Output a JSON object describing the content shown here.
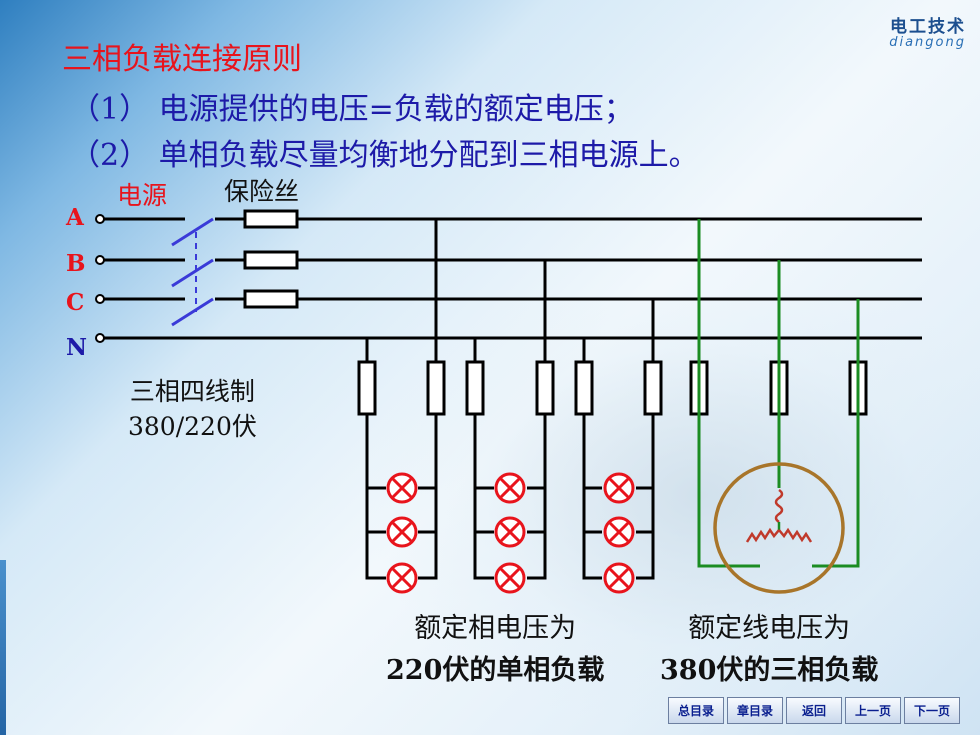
{
  "logo": {
    "cn": "电工技术",
    "en": "diangong"
  },
  "title": "三相负载连接原则",
  "rules": [
    "（1） 电源提供的电压=负载的额定电压；",
    "（2） 单相负载尽量均衡地分配到三相电源上。"
  ],
  "diagram": {
    "source_label": "电源",
    "fuse_label": "保险丝",
    "phases": [
      "A",
      "B",
      "C",
      "N"
    ],
    "system_label_1": "三相四线制",
    "system_label_2": "380/220伏",
    "caption_single_1": "额定相电压为",
    "caption_single_2": "220伏的单相负载",
    "caption_three_1": "额定线电压为",
    "caption_three_2": "380伏的三相负载"
  },
  "colors": {
    "title": "#e8141c",
    "text": "#1d1aa8",
    "switch": "#3a3ad8",
    "lamp": "#e8141c",
    "motor_wire": "#1b8c22",
    "motor_ring": "#a8752a",
    "coil": "#c0392b"
  },
  "nav": [
    "总目录",
    "章目录",
    "返回",
    "上一页",
    "下一页"
  ]
}
